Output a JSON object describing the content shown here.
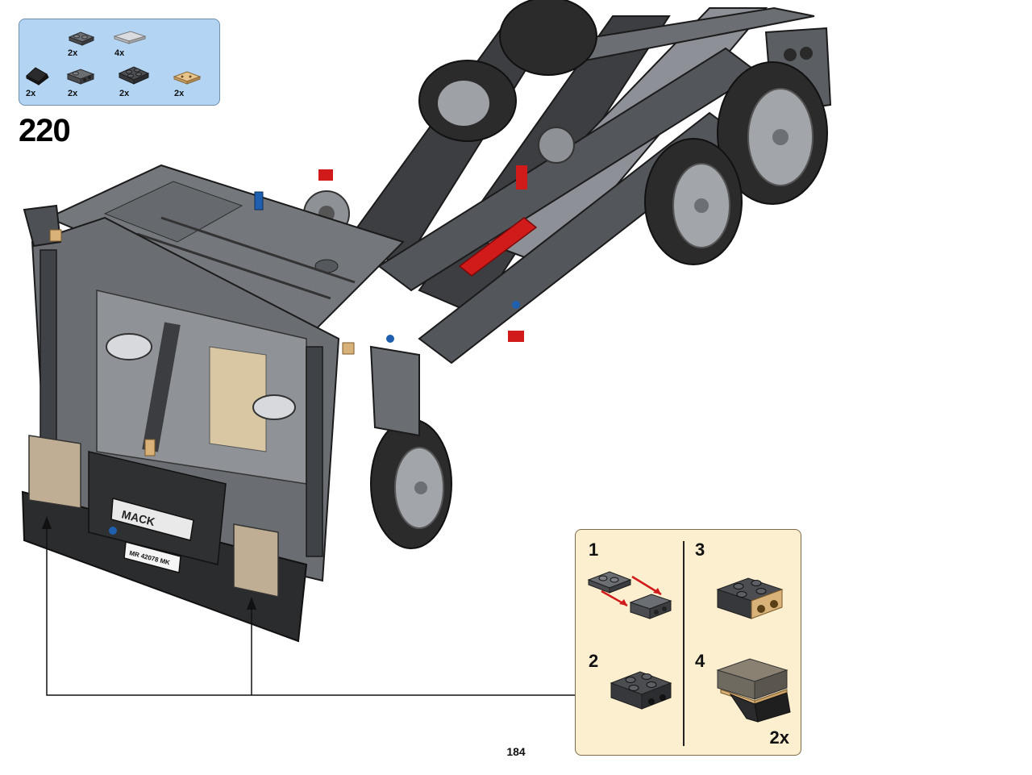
{
  "step": {
    "number": "220"
  },
  "parts_list": {
    "items": [
      {
        "name": "dark-gray-plate-1x2",
        "qty": "2x"
      },
      {
        "name": "light-gray-tile-1x2",
        "qty": "4x"
      },
      {
        "name": "black-slope-1x2",
        "qty": "2x"
      },
      {
        "name": "dark-gray-bracket-plate",
        "qty": "2x"
      },
      {
        "name": "dark-gray-plate-2x2",
        "qty": "2x"
      },
      {
        "name": "tan-tile-1x2",
        "qty": "2x"
      }
    ]
  },
  "model": {
    "brand_plate": "MACK",
    "license_plate": "MR 42078 MK"
  },
  "subassembly": {
    "steps": [
      {
        "number": "1"
      },
      {
        "number": "2"
      },
      {
        "number": "3"
      },
      {
        "number": "4"
      }
    ],
    "multiplier": "2x"
  },
  "page": {
    "number": "184"
  },
  "colors": {
    "parts_box_bg": "#b3d4f3",
    "subassembly_bg": "#fcefcf",
    "dark_gray": "#5a5d61",
    "black": "#2a2a2a",
    "red": "#d11a1a",
    "blue": "#1f5fb0",
    "tan": "#d9b27a"
  }
}
